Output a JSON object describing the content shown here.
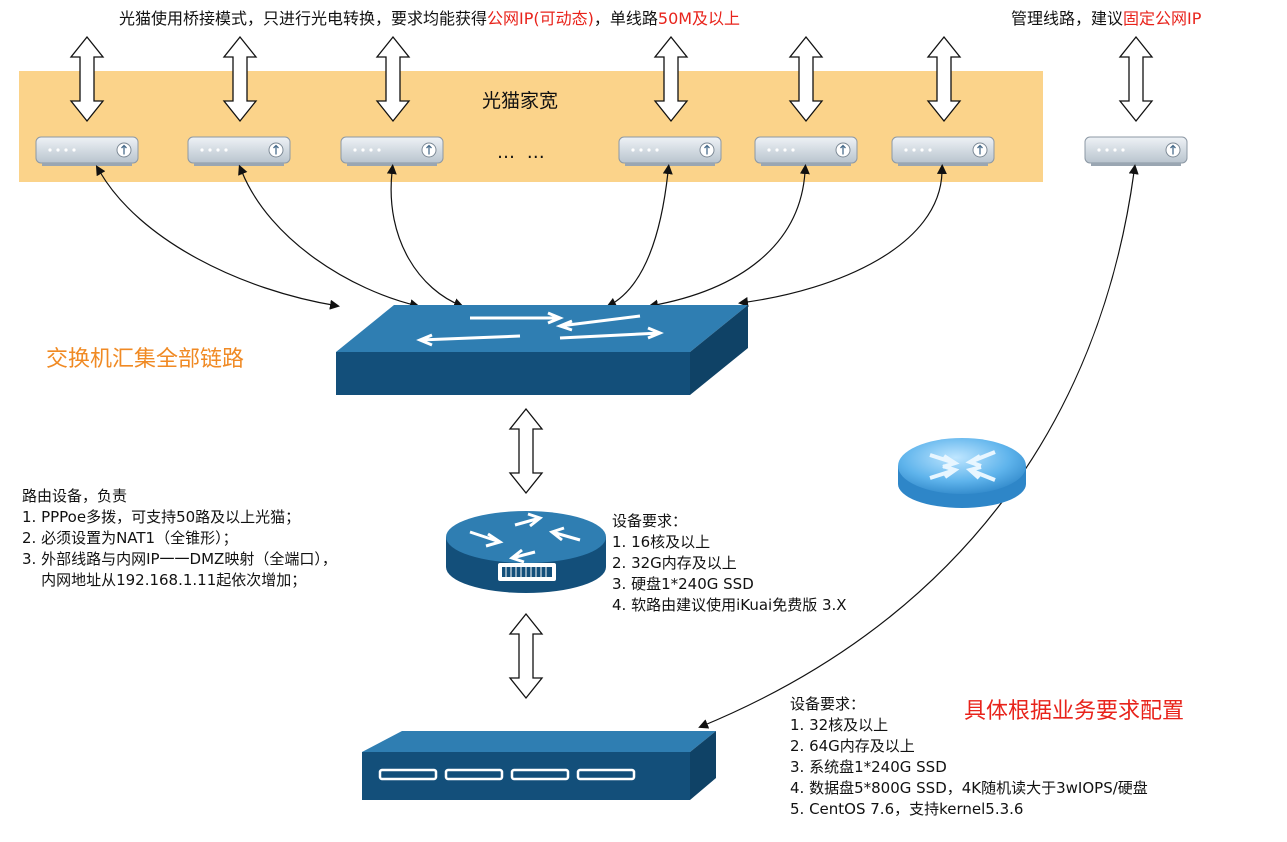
{
  "top_note": {
    "part1": "光猫使用桥接模式，只进行光电转换，要求均能获得",
    "part2_red": "公网IP(可动态)",
    "part3": "，单线路",
    "part4_red": "50M及以上"
  },
  "mgmt_note": {
    "part1": "管理线路，建议",
    "part2_red": "固定公网IP"
  },
  "modem_band": {
    "title": "光猫家宽",
    "ellipsis": "…  …",
    "fill": "#fbd38a"
  },
  "switch_label": "交换机汇集全部链路",
  "router_desc": {
    "title": "路由设备，负责",
    "items": [
      "1. PPPoe多拨，可支持50路及以上光猫；",
      "2. 必须设置为NAT1（全锥形）；",
      "3. 外部线路与内网IP一一DMZ映射（全端口），",
      "    内网地址从192.168.1.11起依次增加；"
    ]
  },
  "router_req": {
    "title": "设备要求：",
    "items": [
      "1. 16核及以上",
      "2. 32G内存及以上",
      "3. 硬盘1*240G SSD",
      "4. 软路由建议使用iKuai免费版 3.X"
    ]
  },
  "server_req": {
    "title": "设备要求：",
    "items": [
      "1. 32核及以上",
      "2. 64G内存及以上",
      "3. 系统盘1*240G SSD",
      "4. 数据盘5*800G SSD，4K随机读大于3wIOPS/硬盘",
      "5. CentOS 7.6，支持kernel5.3.6"
    ]
  },
  "server_note": "具体根据业务要求配置",
  "colors": {
    "accent_red": "#e8231b",
    "accent_orange": "#f08a24",
    "device_blue": "#17618e",
    "band_yellow": "#fbd38a"
  },
  "icons": [
    "modem-icon",
    "switch-icon",
    "router-icon",
    "server-icon",
    "round-router-icon"
  ]
}
